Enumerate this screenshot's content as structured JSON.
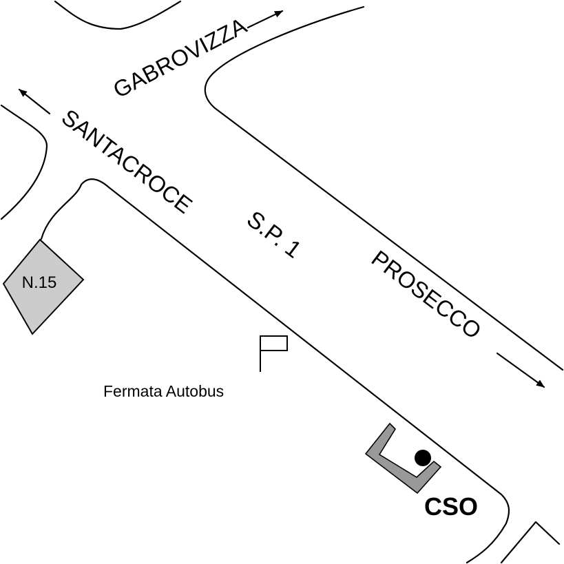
{
  "map": {
    "labels": {
      "gabrovizza": "GABROVIZZA",
      "santacroce": "SANTACROCE",
      "sp1": "S.P. 1",
      "prosecco": "PROSECCO",
      "fermata": "Fermata Autobus",
      "cso": "CSO",
      "building": "N.15"
    },
    "colors": {
      "background": "#ffffff",
      "lines": "#000000",
      "building_fill": "#cccccc",
      "cso_marker": "#999999"
    },
    "icons": [
      "arrow-icon",
      "bus-stop-flag-icon",
      "observatory-marker-icon",
      "location-dot-icon"
    ]
  }
}
